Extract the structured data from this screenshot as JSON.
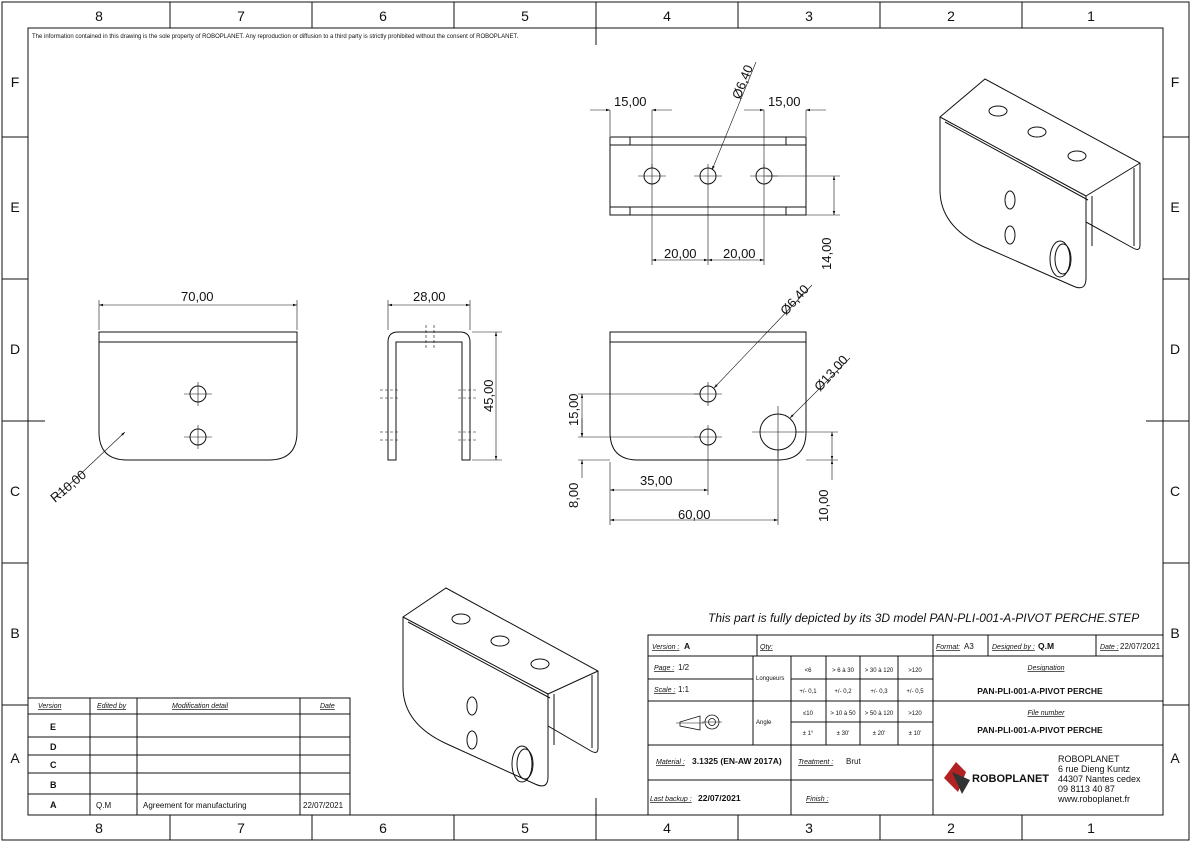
{
  "sheet": {
    "notice": "The information contained in this drawing is the sole property of ROBOPLANET. Any reproduction or diffusion to a third party is strictly prohibited without the consent of ROBOPLANET.",
    "columns": [
      "8",
      "7",
      "6",
      "5",
      "4",
      "3",
      "2",
      "1"
    ],
    "rows": [
      "F",
      "E",
      "D",
      "C",
      "B",
      "A"
    ],
    "model_note": "This part is fully depicted by its 3D model  PAN-PLI-001-A-PIVOT PERCHE.STEP"
  },
  "dimensions": {
    "top_left_15": "15,00",
    "top_hole_dia": "Ø6,40",
    "top_right_15": "15,00",
    "top_20_a": "20,00",
    "top_20_b": "20,00",
    "top_14": "14,00",
    "width_70": "70,00",
    "radius_10": "R10,00",
    "width_28": "28,00",
    "height_45": "45,00",
    "front_hole_dia": "Ø6,40",
    "big_hole_dia": "Ø13,00",
    "front_15": "15,00",
    "front_8": "8,00",
    "front_35": "35,00",
    "front_60": "60,00",
    "front_10": "10,00"
  },
  "revisions": {
    "headers": [
      "Version",
      "Edited by",
      "Modification detail",
      "Date"
    ],
    "rows": [
      {
        "version": "E",
        "editor": "",
        "detail": "",
        "date": ""
      },
      {
        "version": "D",
        "editor": "",
        "detail": "",
        "date": ""
      },
      {
        "version": "C",
        "editor": "",
        "detail": "",
        "date": ""
      },
      {
        "version": "B",
        "editor": "",
        "detail": "",
        "date": ""
      },
      {
        "version": "A",
        "editor": "Q.M",
        "detail": "Agreement for manufacturing",
        "date": "22/07/2021"
      }
    ]
  },
  "title_block": {
    "version_label": "Version :",
    "version_value": "A",
    "qty_label": "Qty:",
    "format_label": "Format:",
    "format_value": "A3",
    "designed_label": "Designed by :",
    "designed_value": "Q.M",
    "date_label": "Date :",
    "date_value": "22/07/2021",
    "page_label": "Page :",
    "page_value": "1/2",
    "scale_label": "Scale :",
    "scale_value": "1:1",
    "length_label": "Longueurs",
    "angle_label": "Angle",
    "length_headers": [
      "<6",
      "> 6 à 30",
      "> 30 à 120",
      ">120"
    ],
    "length_tols": [
      "+/- 0,1",
      "+/- 0,2",
      "+/- 0,3",
      "+/- 0,5"
    ],
    "angle_headers": [
      "≤10",
      "> 10 à 50",
      "> 50 à 120",
      ">120"
    ],
    "angle_tols": [
      "± 1°",
      "± 30'",
      "± 20'",
      "± 10'"
    ],
    "designation_label": "Designation",
    "designation_value": "PAN-PLI-001-A-PIVOT PERCHE",
    "file_label": "File number",
    "file_value": "PAN-PLI-001-A-PIVOT PERCHE",
    "material_label": "Material :",
    "material_value": "3.1325 (EN-AW 2017A)",
    "treatment_label": "Treatment :",
    "treatment_value": "Brut",
    "backup_label": "Last backup :",
    "backup_value": "22/07/2021",
    "finish_label": "Finish :",
    "finish_value": ""
  },
  "company": {
    "logo_text": "ROBOPLANET",
    "name": "ROBOPLANET",
    "address1": "6 rue Dieng Kuntz",
    "address2": "44307 Nantes cedex",
    "phone": "09 8113 40 87",
    "web": "www.roboplanet.fr"
  }
}
